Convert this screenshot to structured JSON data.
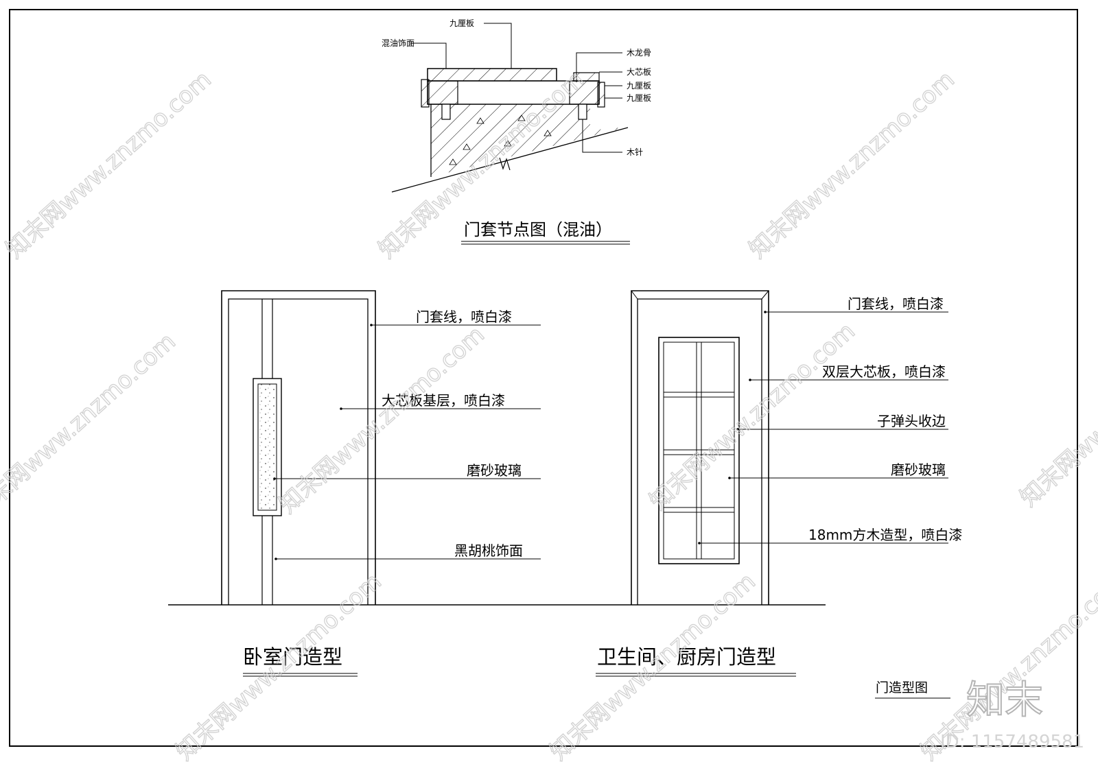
{
  "node_detail": {
    "title": "门套节点图（混油）",
    "labels": {
      "jiulimban_top": "九厘板",
      "hunyou": "混油饰面",
      "mulonggu": "木龙骨",
      "daxinban": "大芯板",
      "jiulimban_1": "九厘板",
      "jiulimban_2": "九厘板",
      "muzhen": "木针"
    }
  },
  "bedroom_door": {
    "title": "卧室门造型",
    "labels": {
      "frame": "门套线，喷白漆",
      "base": "大芯板基层，喷白漆",
      "glass": "磨砂玻璃",
      "veneer": "黑胡桃饰面"
    }
  },
  "bathroom_door": {
    "title": "卫生间、厨房门造型",
    "labels": {
      "frame": "门套线，喷白漆",
      "panel": "双层大芯板，喷白漆",
      "edge": "子弹头收边",
      "glass": "磨砂玻璃",
      "wood": "18mm方木造型，喷白漆"
    }
  },
  "drawing_name": "门造型图",
  "watermark": {
    "text": "知末网www.znzmo.com",
    "brand": "知末",
    "id": "ID: 1157489581"
  }
}
